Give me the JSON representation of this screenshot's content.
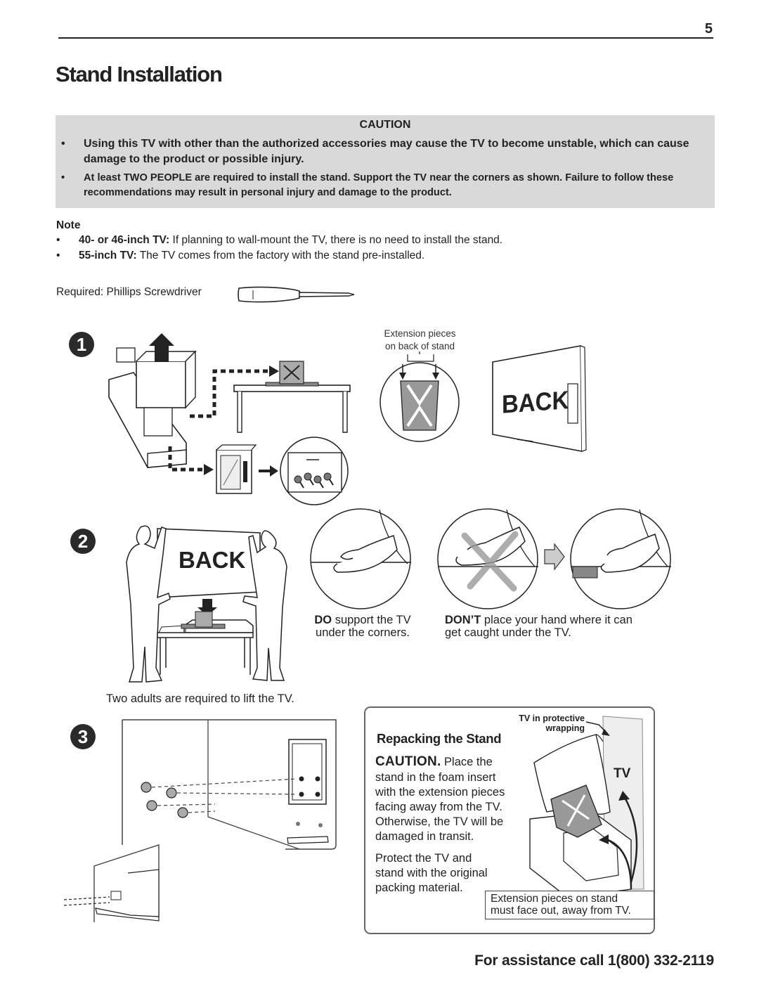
{
  "header": {
    "page_number": "5"
  },
  "page_title": "Stand Installation",
  "caution": {
    "heading": "CAUTION",
    "bullets": [
      "Using this TV with other than the authorized accessories may cause the TV to become unstable, which can cause damage to the product or possible injury.",
      "At least TWO PEOPLE are required to install the stand.  Support the TV near the corners as shown.  Failure to follow these recommendations may result in personal injury and damage to the product."
    ]
  },
  "note": {
    "heading": "Note",
    "items": [
      {
        "bold": "40- or 46-inch TV:",
        "text": "  If planning to wall-mount the TV, there is no need to install the stand."
      },
      {
        "bold": "55-inch TV:",
        "text": "  The TV comes from the factory with the stand pre-installed."
      }
    ],
    "bullet_char": "•"
  },
  "required": "Required:  Phillips Screwdriver",
  "steps": [
    "1",
    "2",
    "3"
  ],
  "step1": {
    "extension_label_line1": "Extension pieces",
    "extension_label_line2": "on back of stand",
    "back_label": "BACK"
  },
  "step2": {
    "back_label": "BACK",
    "do_bold": "DO",
    "do_text": " support the TV",
    "do_text2": "under the corners.",
    "dont_bold": "DON’T",
    "dont_text": " place your hand where it can",
    "dont_text2": "get caught under the TV.",
    "lift_caption": "Two adults are required to lift the TV."
  },
  "repack": {
    "title": "Repacking the Stand",
    "caution_bold": "CAUTION.",
    "caution_text": " Place the",
    "lines1": [
      "stand in the foam insert",
      "with the extension pieces",
      "facing away from the TV.",
      "Otherwise, the TV will be",
      "damaged in transit."
    ],
    "lines2": [
      "Protect the TV and",
      "stand with the original",
      "packing material."
    ],
    "wrap_label_line1": "TV in protective",
    "wrap_label_line2": "wrapping",
    "tv_label": "TV",
    "ext_note_line1": "Extension pieces on stand",
    "ext_note_line2": "must face out, away from TV."
  },
  "footer": {
    "assistance": "For assistance call 1(800) 332-2119"
  }
}
